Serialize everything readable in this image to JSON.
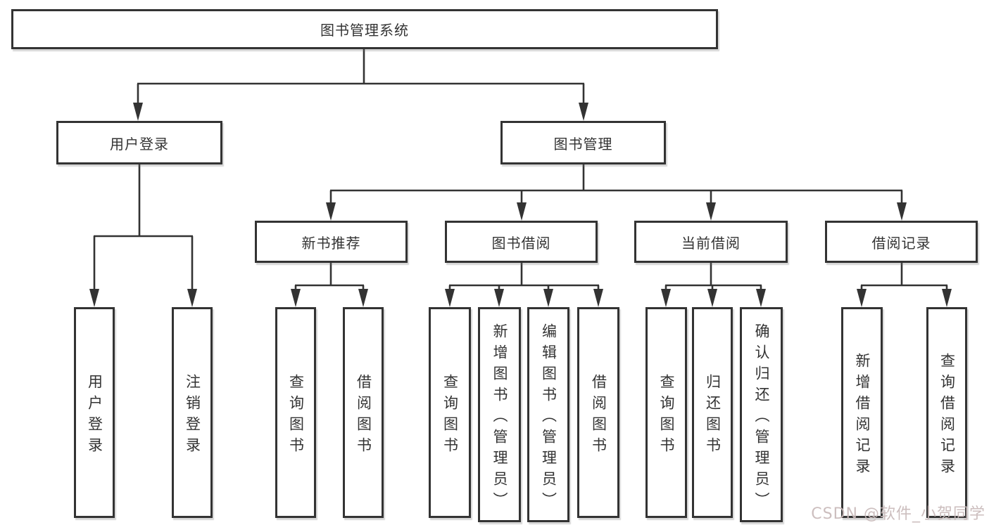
{
  "tree": {
    "root": {
      "label": "图书管理系统",
      "children": [
        {
          "label": "用户登录",
          "children": [
            {
              "label": "用户登录"
            },
            {
              "label": "注销登录"
            }
          ]
        },
        {
          "label": "图书管理",
          "children": [
            {
              "label": "新书推荐",
              "children": [
                {
                  "label": "查询图书"
                },
                {
                  "label": "借阅图书"
                }
              ]
            },
            {
              "label": "图书借阅",
              "children": [
                {
                  "label": "查询图书"
                },
                {
                  "label": "新增图书（管理员）"
                },
                {
                  "label": "编辑图书（管理员）"
                },
                {
                  "label": "借阅图书"
                }
              ]
            },
            {
              "label": "当前借阅",
              "children": [
                {
                  "label": "查询图书"
                },
                {
                  "label": "归还图书"
                },
                {
                  "label": "确认归还（管理员）"
                }
              ]
            },
            {
              "label": "借阅记录",
              "children": [
                {
                  "label": "新增借阅记录"
                },
                {
                  "label": "查询借阅记录"
                }
              ]
            }
          ]
        }
      ]
    }
  },
  "watermark": "CSDN @软件_小贺同学",
  "colors": {
    "line": "#333333",
    "text": "#333333",
    "background": "#ffffff",
    "watermark": "#c8b9b9"
  }
}
